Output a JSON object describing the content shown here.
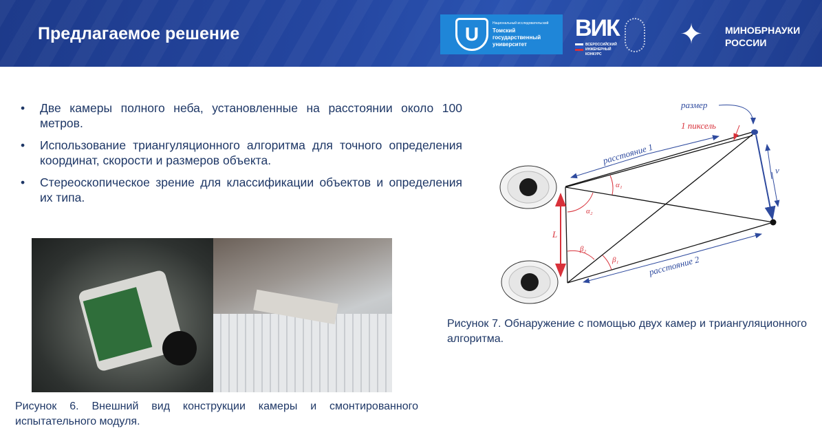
{
  "header": {
    "title": "Предлагаемое решение",
    "logos": {
      "tgu": {
        "small": "Национальный исследовательский",
        "name": "Томский государственный университет",
        "letter": "U"
      },
      "vik": {
        "big": "ВИК",
        "small": "ВСЕРОССИЙСКИЙ ИНЖЕНЕРНЫЙ КОНКУРС"
      },
      "minobr": {
        "line1": "МИНОБРНАУКИ",
        "line2": "РОССИИ"
      }
    }
  },
  "bullets": [
    "Две камеры полного неба, установленные на расстоянии около 100 метров.",
    "Использование триангуляционного алгоритма для точного определения координат, скорости и размеров объекта.",
    "Стереоскопическое зрение для классификации объектов и определения их типа."
  ],
  "figure6": {
    "caption": "Рисунок 6. Внешний вид конструкции камеры и смонтированного испытательного модуля."
  },
  "figure7": {
    "caption": "Рисунок 7. Обнаружение с помощью двух камер и триангуляционного алгоритма.",
    "labels": {
      "size": "размер",
      "pixel": "1 пиксель",
      "distance1": "расстояние 1",
      "distance2": "расстояние 2",
      "v": "v",
      "L": "L",
      "alpha1": "α₁",
      "alpha2": "α₂",
      "beta1": "β₁",
      "beta2": "β₂"
    },
    "colors": {
      "blue": "#2e4a9e",
      "red": "#d8313a",
      "line": "#111111"
    }
  }
}
